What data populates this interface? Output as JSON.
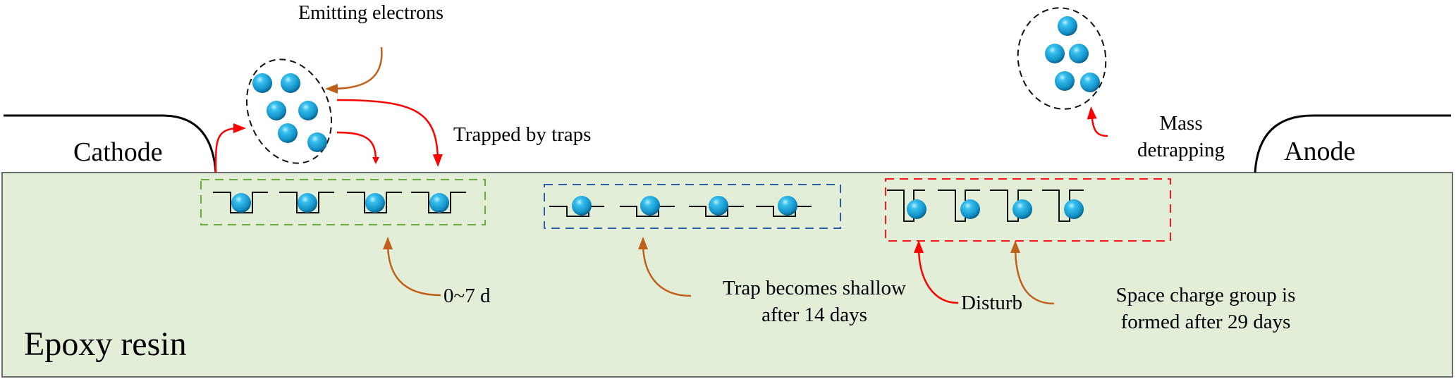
{
  "colors": {
    "epoxy_fill": "#e2eed7",
    "epoxy_border": "#6b6b6b",
    "electron": "#1aa0d8",
    "red_arrow": "#ff0000",
    "orange_arrow": "#c0601a",
    "green_box": "#6aaa3a",
    "blue_box": "#2e5ea8",
    "red_box": "#ff1a1a"
  },
  "labels": {
    "emitting": "Emitting electrons",
    "trapped": "Trapped by traps",
    "cathode": "Cathode",
    "anode": "Anode",
    "mass_line1": "Mass",
    "mass_line2": "detrapping",
    "epoxy": "Epoxy resin",
    "stage1": "0~7 d",
    "stage2_line1": "Trap becomes shallow",
    "stage2_line2": "after 14 days",
    "disturb": "Disturb",
    "stage3_line1": "Space charge group is",
    "stage3_line2": "formed after 29 days"
  },
  "trap_groups": [
    {
      "name": "deep-traps-0-7d",
      "box_color": "green",
      "count": 4,
      "depth": "deep"
    },
    {
      "name": "shallow-traps-14d",
      "box_color": "blue",
      "count": 4,
      "depth": "shallow"
    },
    {
      "name": "deep-traps-29d",
      "box_color": "red",
      "count": 4,
      "depth": "deeper"
    }
  ]
}
